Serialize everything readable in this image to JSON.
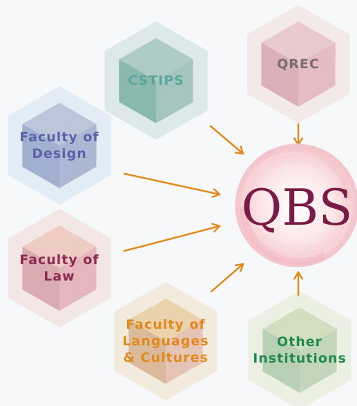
{
  "nodes": [
    {
      "id": "cstips",
      "lines": [
        "CSTIPS"
      ],
      "color": "#5aa59c",
      "faces": [
        "#a9c8c4",
        "#9fc2b9",
        "#7fb3a6",
        "#c8ddd9"
      ]
    },
    {
      "id": "qrec",
      "lines": [
        "QREC"
      ],
      "color": "#7a6e6e",
      "faces": [
        "#e8c7c9",
        "#e2b7bd",
        "#d8aab3",
        "#f0dcd9"
      ]
    },
    {
      "id": "design",
      "lines": [
        "Faculty of",
        "Design"
      ],
      "color": "#5d62a6",
      "faces": [
        "#b7c2d8",
        "#a6b3cf",
        "#9aa9cc",
        "#d2e2ef"
      ]
    },
    {
      "id": "law",
      "lines": [
        "Faculty of",
        "Law"
      ],
      "color": "#8c2a55",
      "faces": [
        "#edc9c0",
        "#e3b1b8",
        "#d7a4aa",
        "#efd8d3"
      ]
    },
    {
      "id": "languages",
      "lines": [
        "Faculty of",
        "Languages",
        "& Cultures"
      ],
      "color": "#e08a1e",
      "faces": [
        "#e9d0a6",
        "#e3c0b0",
        "#d7b593",
        "#efe0c4"
      ]
    },
    {
      "id": "other",
      "lines": [
        "Other",
        "Institutions"
      ],
      "color": "#1f8a4a",
      "faces": [
        "#cfdcbc",
        "#bfd2b7",
        "#b2ccb1",
        "#e1eacd"
      ]
    }
  ],
  "center": {
    "label": "QBS",
    "color": "#7a1b45"
  },
  "arrow_color": "#e08a1e"
}
